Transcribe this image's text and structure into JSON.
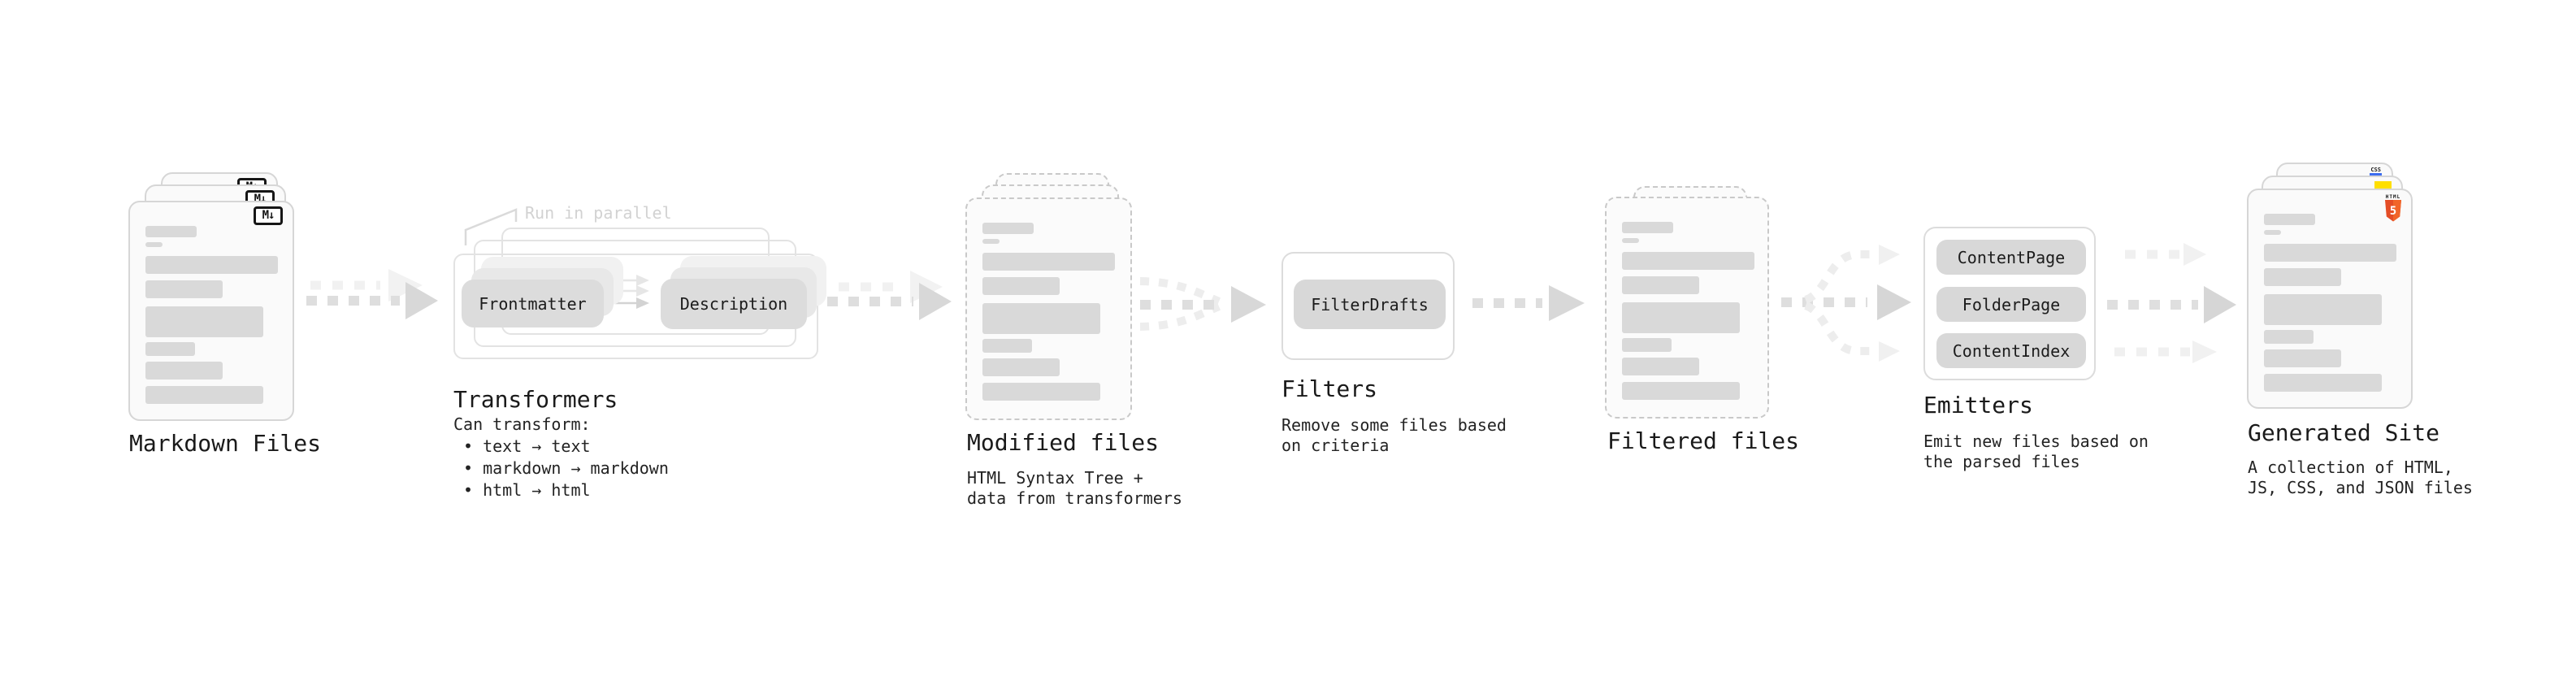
{
  "diagram": {
    "markdown": {
      "label": "Markdown Files",
      "icon": "M↓"
    },
    "transformers": {
      "note": "Run in parallel",
      "nodes": [
        "Frontmatter",
        "Description"
      ],
      "heading": "Transformers",
      "caption": "Can transform:",
      "bullets": [
        "• text → text",
        "• markdown → markdown",
        "• html → html"
      ]
    },
    "modified": {
      "label": "Modified files",
      "caption": [
        "HTML Syntax Tree +",
        "data from transformers"
      ]
    },
    "filters": {
      "node": "FilterDrafts",
      "heading": "Filters",
      "caption": [
        "Remove some files based",
        "on criteria"
      ]
    },
    "filtered": {
      "label": "Filtered files"
    },
    "emitters": {
      "heading": "Emitters",
      "nodes": [
        "ContentPage",
        "FolderPage",
        "ContentIndex"
      ],
      "caption": [
        "Emit new files based on",
        "the parsed files"
      ]
    },
    "generated": {
      "label": "Generated Site",
      "caption": [
        "A collection of HTML,",
        "JS, CSS, and JSON files"
      ],
      "badges": {
        "css": "CSS",
        "html_word": "HTML",
        "html_number": "5"
      }
    }
  },
  "colors": {
    "html5_orange": "#e44d26",
    "js_yellow": "#ffdf00",
    "css_blue": "#3b6cf0",
    "bar_gray": "#d9d9d9",
    "arrow_gray": "#dedede",
    "note_gray": "#d2d2d2",
    "text": "#1a1a1a"
  }
}
